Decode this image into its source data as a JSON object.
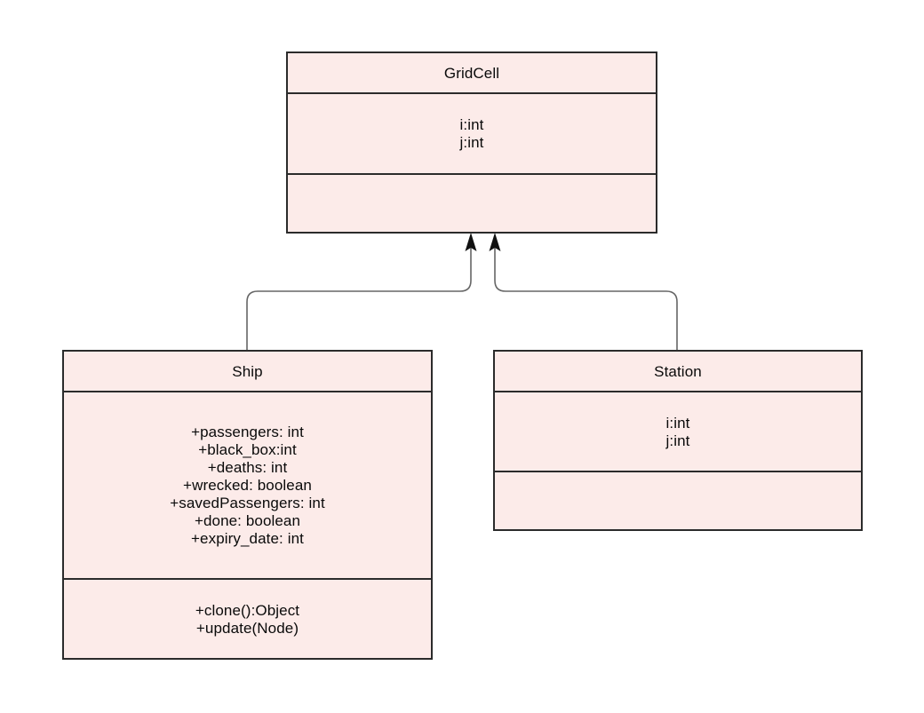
{
  "diagram": {
    "kind": "uml-class-diagram",
    "background_color": "#ffffff",
    "class_fill_color": "#fcebe9",
    "class_border_color": "#2b2b2b",
    "text_color": "#0a0a0a",
    "connector_color": "#666666",
    "arrowhead_color": "#111111"
  },
  "classes": {
    "gridcell": {
      "name": "GridCell",
      "attributes": [
        "i:int",
        "j:int"
      ],
      "operations": []
    },
    "ship": {
      "name": "Ship",
      "attributes": [
        "+passengers: int",
        "+black_box:int",
        "+deaths: int",
        "+wrecked: boolean",
        "+savedPassengers: int",
        "+done: boolean",
        "+expiry_date: int"
      ],
      "operations": [
        "+clone():Object",
        "+update(Node)"
      ]
    },
    "station": {
      "name": "Station",
      "attributes": [
        "i:int",
        "j:int"
      ],
      "operations": []
    }
  },
  "relationships": [
    {
      "id": "ship-to-gridcell",
      "type": "generalization",
      "from": "Ship",
      "to": "GridCell",
      "arrow": "solid-filled-arrowhead"
    },
    {
      "id": "station-to-gridcell",
      "type": "generalization",
      "from": "Station",
      "to": "GridCell",
      "arrow": "solid-filled-arrowhead"
    }
  ]
}
